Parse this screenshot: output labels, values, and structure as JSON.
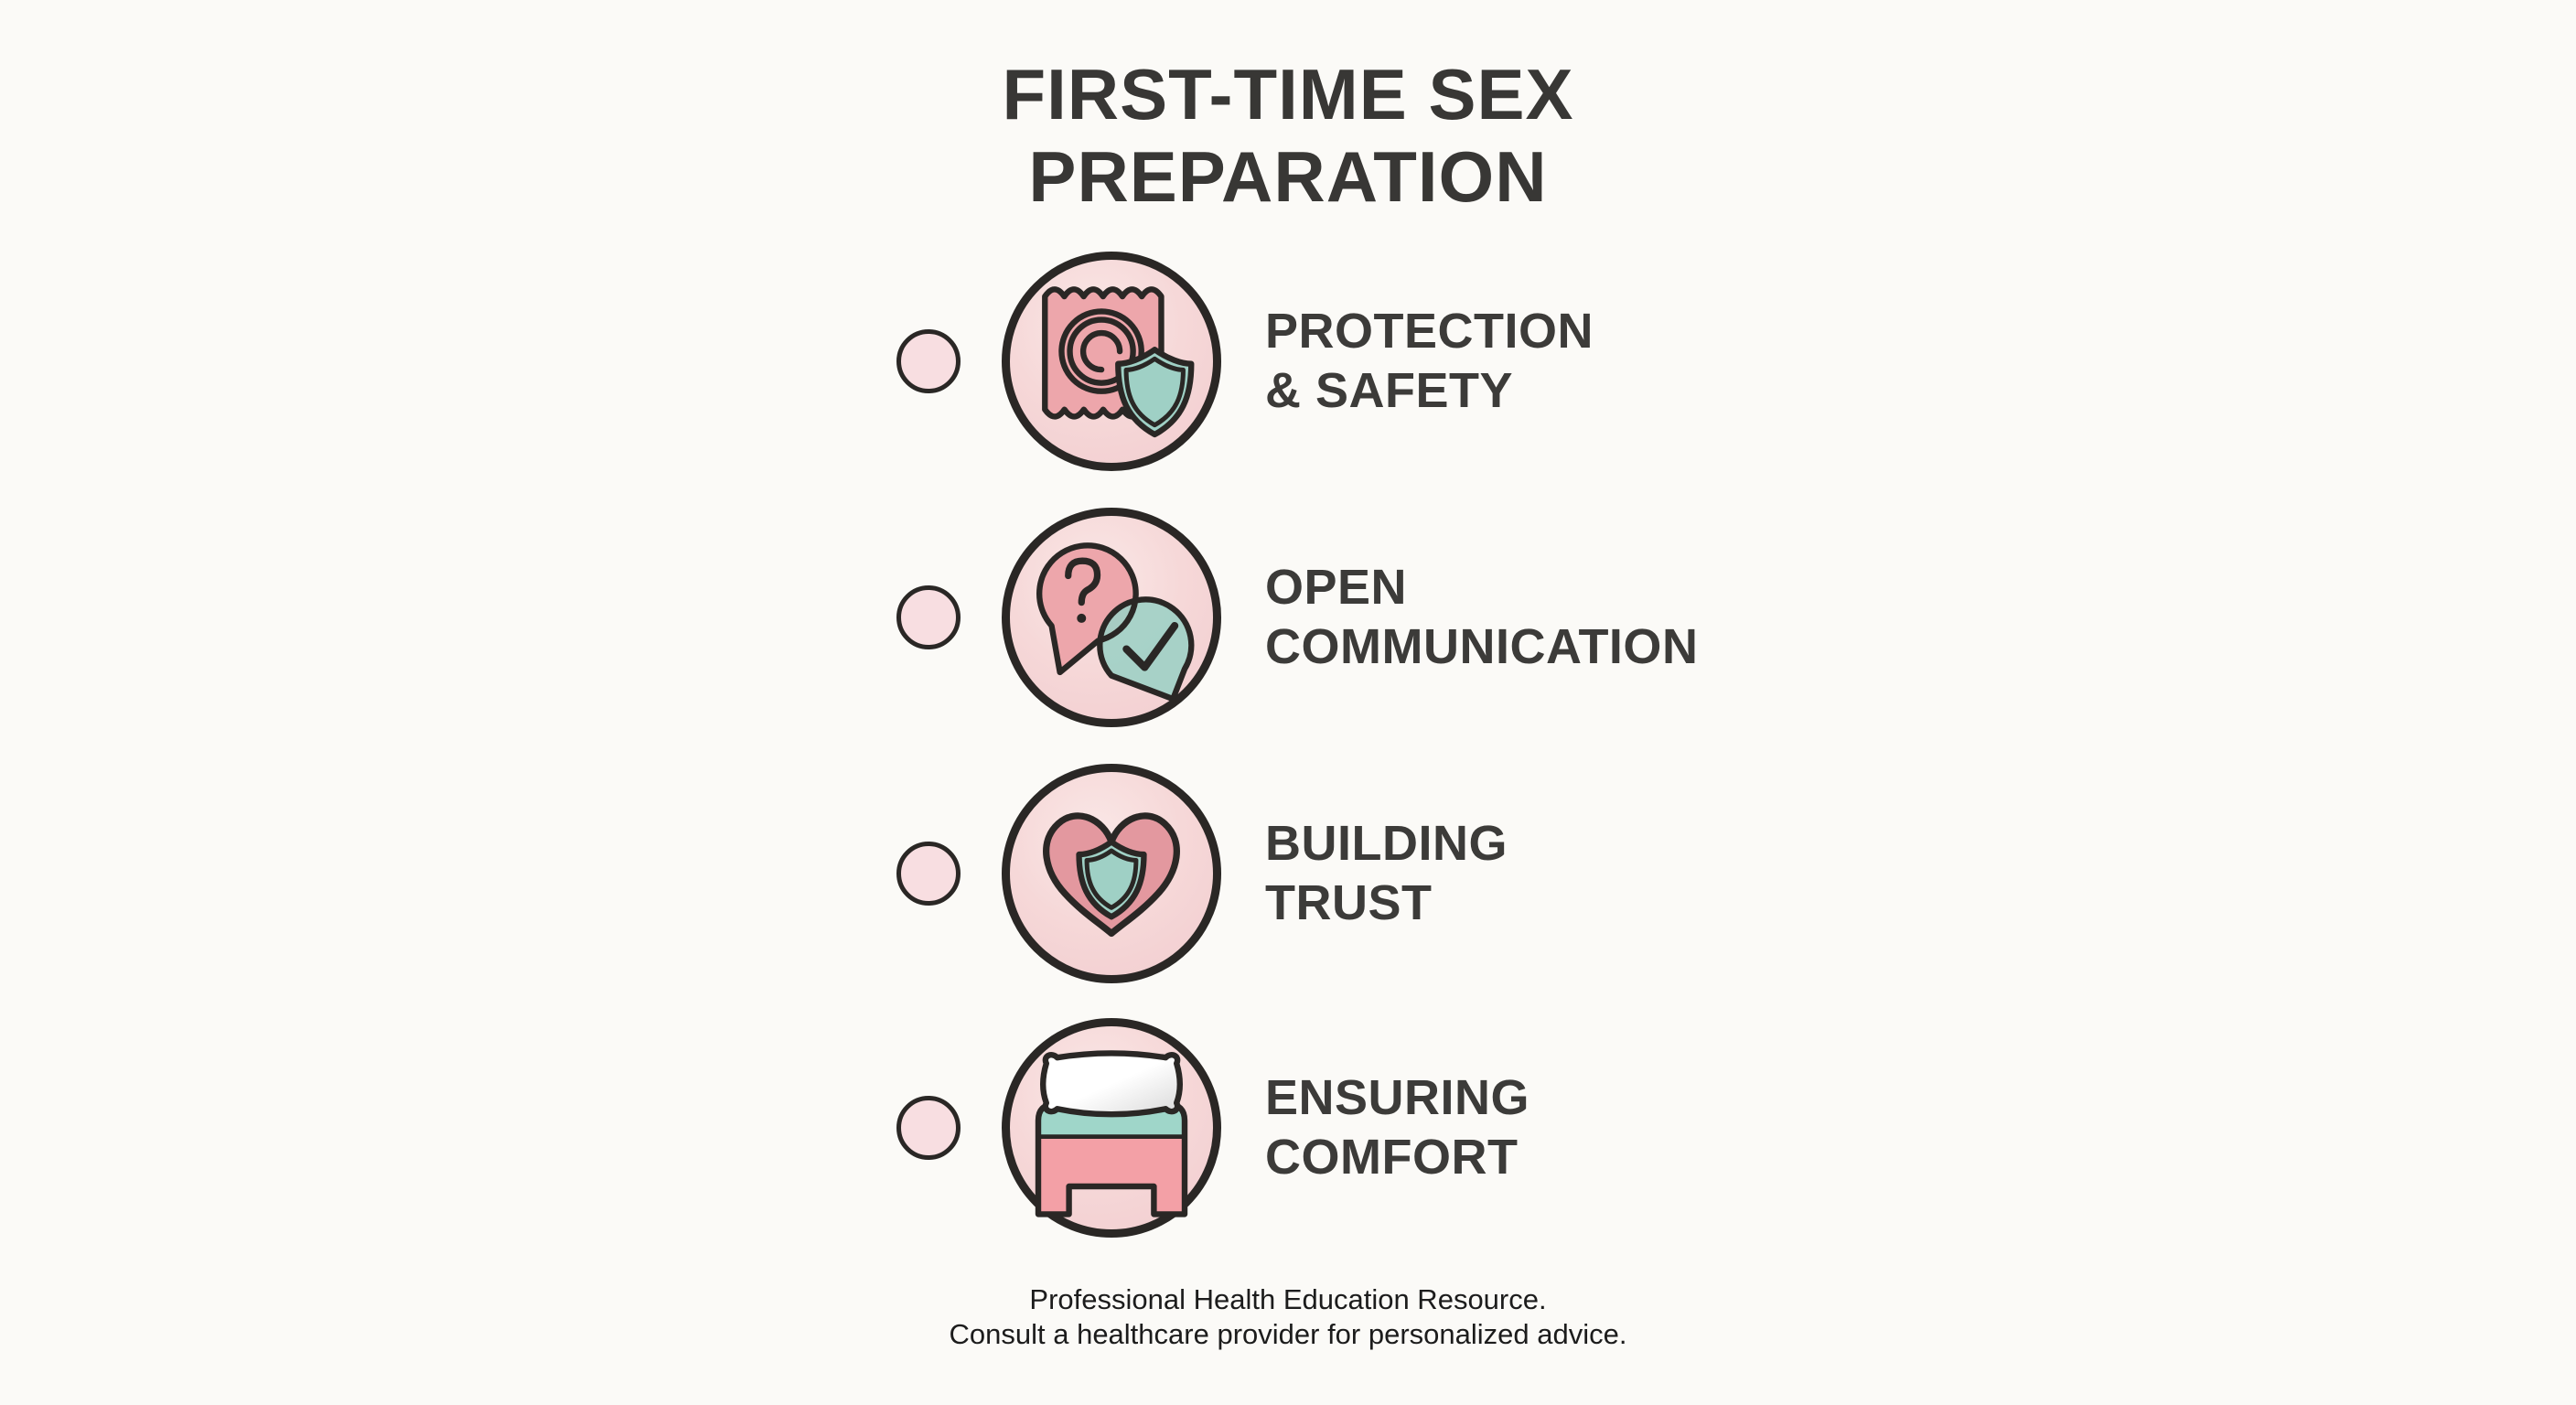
{
  "title": {
    "line1": "FIRST-TIME SEX",
    "line2": "PREPARATION"
  },
  "items": [
    {
      "id": "protection-safety",
      "label_line1": "PROTECTION",
      "label_line2": "& SAFETY",
      "icon": "condom-packet-shield-icon"
    },
    {
      "id": "open-communication",
      "label_line1": "OPEN",
      "label_line2": "COMMUNICATION",
      "icon": "question-check-speech-bubbles-icon"
    },
    {
      "id": "building-trust",
      "label_line1": "BUILDING",
      "label_line2": "TRUST",
      "icon": "heart-shield-icon"
    },
    {
      "id": "ensuring-comfort",
      "label_line1": "ENSURING",
      "label_line2": "COMFORT",
      "icon": "bed-pillow-icon"
    }
  ],
  "footer": {
    "line1": "Professional Health Education Resource.",
    "line2": "Consult a healthcare provider for personalized advice."
  },
  "colors": {
    "background": "#fbfaf7",
    "outline_dark": "#2a2725",
    "circle_pink_light": "#f6d8d8",
    "bullet_pink": "#f8dee1",
    "accent_pink": "#eda6ab",
    "accent_pink_deep": "#e3989f",
    "bed_frame_pink": "#f3a0a6",
    "accent_teal": "#9fd0c5",
    "mattress_teal": "#9fd6c9",
    "pillow_white": "#fdfdfc",
    "title_text": "#383735",
    "label_text": "#3c3b39",
    "footer_text": "#1c1c1c"
  }
}
